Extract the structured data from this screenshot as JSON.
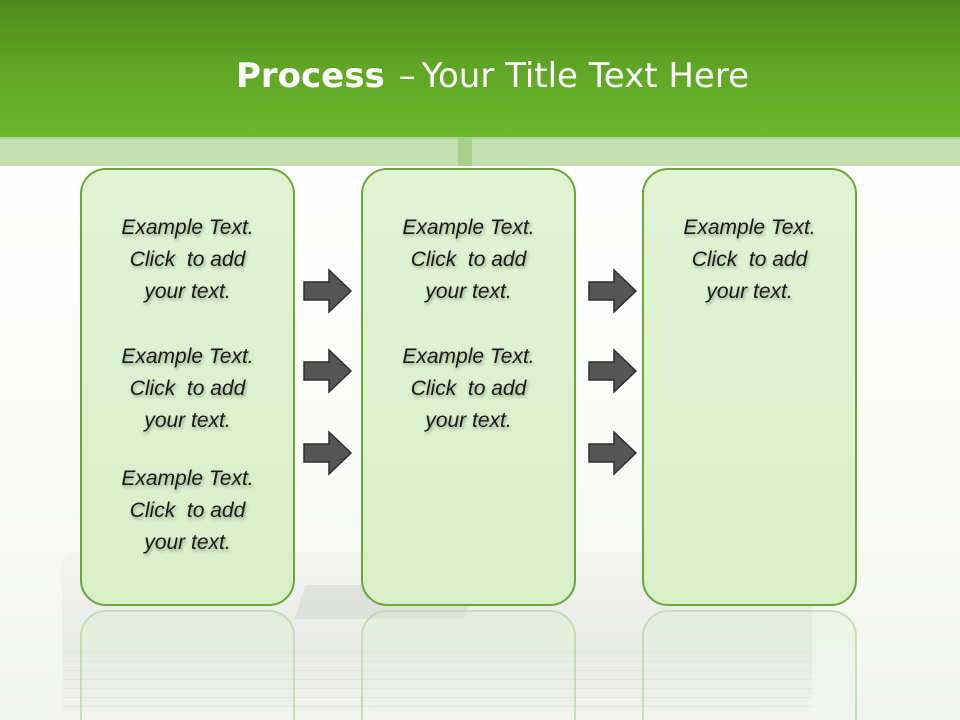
{
  "header": {
    "title_bold": "Process",
    "title_sep": "–",
    "title_rest": "Your Title Text Here"
  },
  "boxes": [
    {
      "items": [
        {
          "lines": [
            "Example Text.",
            "Click  to add",
            "your text."
          ]
        },
        {
          "lines": [
            "Example Text.",
            "Click  to add",
            "your text."
          ]
        },
        {
          "lines": [
            "Example Text.",
            "Click  to add",
            "your text."
          ]
        }
      ]
    },
    {
      "items": [
        {
          "lines": [
            "Example Text.",
            "Click  to add",
            "your text."
          ]
        },
        {
          "lines": [
            "Example Text.",
            "Click  to add",
            "your text."
          ]
        }
      ]
    },
    {
      "items": [
        {
          "lines": [
            "Example Text.",
            "Click  to add",
            "your text."
          ]
        }
      ]
    }
  ],
  "arrow_icon": "right-arrow-icon",
  "colors": {
    "header_green": "#5ea424",
    "box_border": "#6aa63a",
    "box_fill": "#dcf2cd",
    "arrow_fill": "#555555"
  }
}
